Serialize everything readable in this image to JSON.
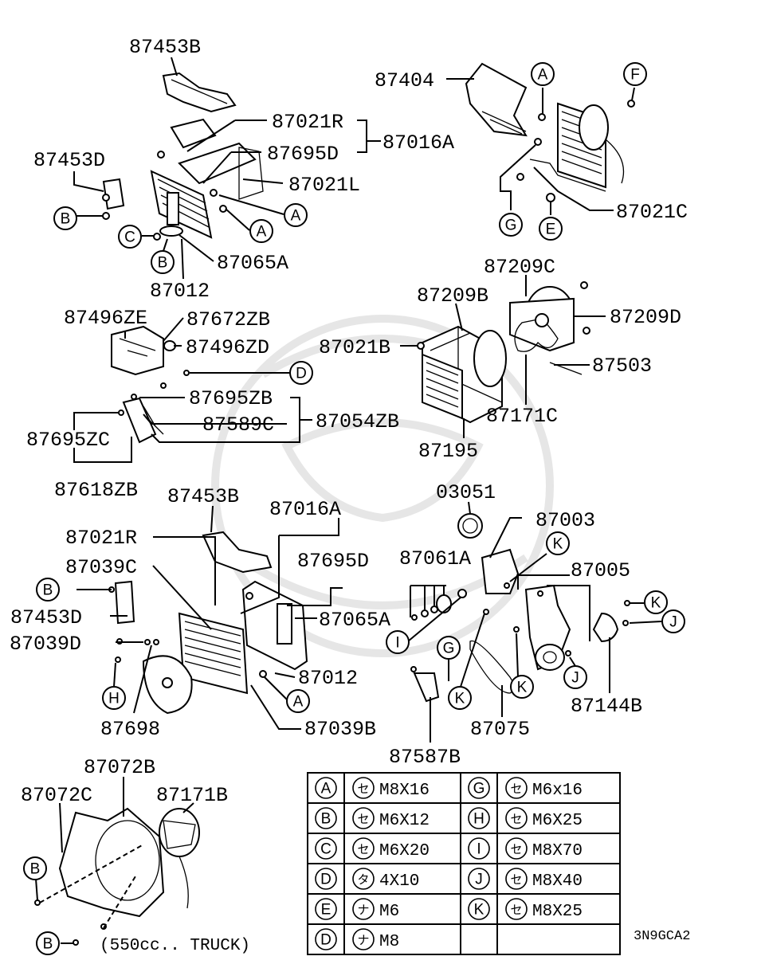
{
  "parts": {
    "p87453B_top": "87453B",
    "p87404": "87404",
    "p87021R_top": "87021R",
    "p87016A_top": "87016A",
    "p87695D_top": "87695D",
    "p87453D_top": "87453D",
    "p87021L": "87021L",
    "p87021C": "87021C",
    "p87065A_top": "87065A",
    "p87012_top": "87012",
    "p87209C": "87209C",
    "p87209B": "87209B",
    "p87209D": "87209D",
    "p87496ZE": "87496ZE",
    "p87672ZB": "87672ZB",
    "p87496ZD": "87496ZD",
    "p87021B": "87021B",
    "p87503": "87503",
    "p87695ZB": "87695ZB",
    "p87589C": "87589C",
    "p87054ZB": "87054ZB",
    "p87171C": "87171C",
    "p87695ZC": "87695ZC",
    "p87195": "87195",
    "p87618ZB": "87618ZB",
    "p03051": "03051",
    "p87453B_mid": "87453B",
    "p87016A_mid": "87016A",
    "p87003": "87003",
    "p87021R_mid": "87021R",
    "p87695D_mid": "87695D",
    "p87061A": "87061A",
    "p87039C": "87039C",
    "p87005": "87005",
    "p87453D_mid": "87453D",
    "p87065A_mid": "87065A",
    "p87039D": "87039D",
    "p87012_mid": "87012",
    "p87144B": "87144B",
    "p87698": "87698",
    "p87039B": "87039B",
    "p87075": "87075",
    "p87587B": "87587B",
    "p87072B": "87072B",
    "p87072C": "87072C",
    "p87171B": "87171B"
  },
  "callouts": {
    "A": "A",
    "B": "B",
    "C": "C",
    "D": "D",
    "E": "E",
    "F": "F",
    "G": "G",
    "H": "H",
    "I": "I",
    "J": "J",
    "K": "K"
  },
  "caption": "(550cc.. TRUCK)",
  "reference_code": "3N9GCA2",
  "fastener_table": {
    "left": [
      {
        "key": "A",
        "type": "セ",
        "size": "M8X16"
      },
      {
        "key": "B",
        "type": "セ",
        "size": "M6X12"
      },
      {
        "key": "C",
        "type": "セ",
        "size": "M6X20"
      },
      {
        "key": "D",
        "type": "タ",
        "size": "4X10"
      },
      {
        "key": "E",
        "type": "ナ",
        "size": "M6"
      },
      {
        "key": "D",
        "type": "ナ",
        "size": "M8"
      }
    ],
    "right": [
      {
        "key": "G",
        "type": "セ",
        "size": "M6x16"
      },
      {
        "key": "H",
        "type": "セ",
        "size": "M6X25"
      },
      {
        "key": "I",
        "type": "セ",
        "size": "M8X70"
      },
      {
        "key": "J",
        "type": "セ",
        "size": "M8X40"
      },
      {
        "key": "K",
        "type": "セ",
        "size": "M8X25"
      }
    ]
  }
}
